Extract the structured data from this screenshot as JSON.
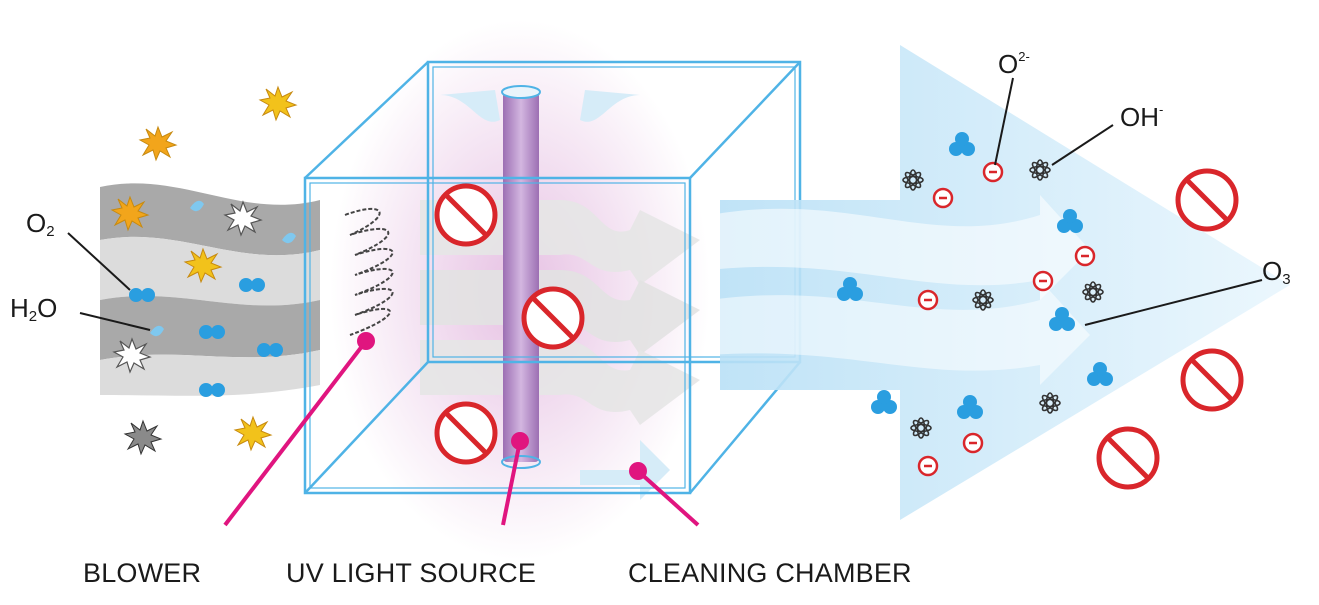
{
  "labels": {
    "o2": {
      "base": "O",
      "sub": "2"
    },
    "h2o": {
      "a": "H",
      "sub": "2",
      "b": "O"
    },
    "o2minus": {
      "base": "O",
      "sup": "2-"
    },
    "ohminus": {
      "base": "OH",
      "sup": "-"
    },
    "o3": {
      "base": "O",
      "sub": "3"
    }
  },
  "captions": {
    "blower": "BLOWER",
    "uv_light_source": "UV LIGHT SOURCE",
    "cleaning_chamber": "CLEANING CHAMBER"
  },
  "ion_symbol": "−",
  "colors": {
    "background": "#ffffff",
    "airflow_blue": "#cfe9f8",
    "chamber_outline": "#4fb3e6",
    "uv_tube": "#b48bc4",
    "uv_glow": "#e6c7e2",
    "leader_line": "#e0157f",
    "ban_red": "#d9262b",
    "molecule_blue": "#2a9ee0",
    "pollutant_yellow": "#f2c21b",
    "pollutant_gray": "#7a7a7a",
    "incoming_gray": "#9a9a9a"
  }
}
